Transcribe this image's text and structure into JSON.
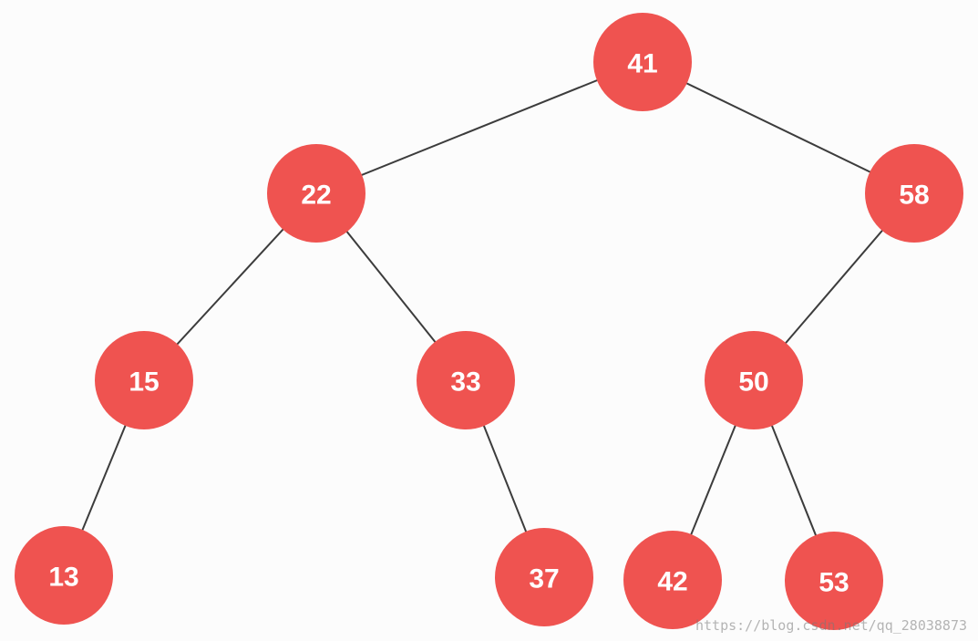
{
  "tree": {
    "colors": {
      "node_fill": "#ef5350",
      "node_text": "#ffffff",
      "edge": "#3c3c3c",
      "background": "#fcfcfc"
    },
    "nodes": [
      {
        "id": "n41",
        "label": "41"
      },
      {
        "id": "n22",
        "label": "22"
      },
      {
        "id": "n58",
        "label": "58"
      },
      {
        "id": "n15",
        "label": "15"
      },
      {
        "id": "n33",
        "label": "33"
      },
      {
        "id": "n50",
        "label": "50"
      },
      {
        "id": "n13",
        "label": "13"
      },
      {
        "id": "n37",
        "label": "37"
      },
      {
        "id": "n42",
        "label": "42"
      },
      {
        "id": "n53",
        "label": "53"
      }
    ],
    "edges": [
      {
        "from": "n41",
        "to": "n22"
      },
      {
        "from": "n41",
        "to": "n58"
      },
      {
        "from": "n22",
        "to": "n15"
      },
      {
        "from": "n22",
        "to": "n33"
      },
      {
        "from": "n58",
        "to": "n50"
      },
      {
        "from": "n15",
        "to": "n13"
      },
      {
        "from": "n33",
        "to": "n37"
      },
      {
        "from": "n50",
        "to": "n42"
      },
      {
        "from": "n50",
        "to": "n53"
      }
    ]
  },
  "watermark": "https://blog.csdn.net/qq_28038873"
}
